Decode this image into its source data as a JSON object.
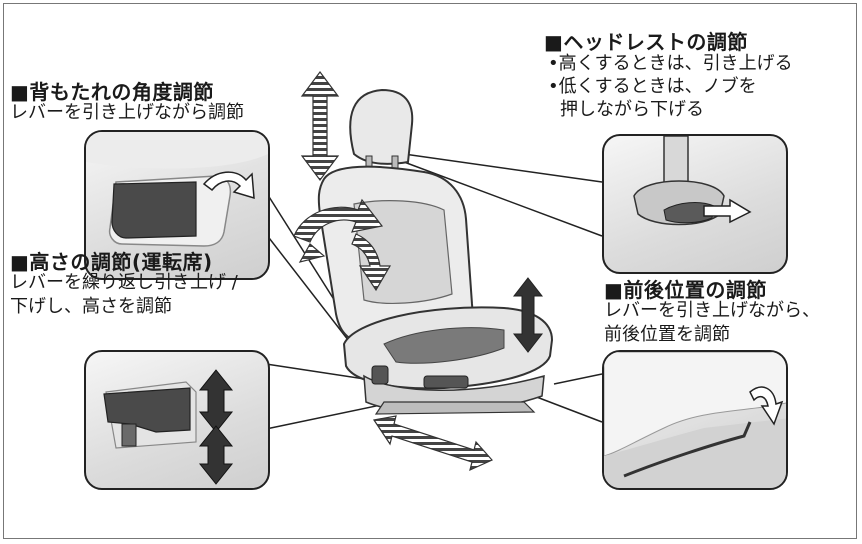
{
  "headrest": {
    "title": "■ヘッドレストの調節",
    "bullets": [
      "•高くするときは、引き上げる",
      "•低くするときは、ノブを",
      "押しながら下げる"
    ]
  },
  "recline": {
    "title": "■背もたれの角度調節",
    "desc": "レバーを引き上げながら調節"
  },
  "height": {
    "title": "■高さの調節(運転席)",
    "desc_line1": "レバーを繰り返し引き上げ /",
    "desc_line2": "下げし、高さを調節"
  },
  "slide": {
    "title": "■前後位置の調節",
    "desc_line1": "レバーを引き上げながら、",
    "desc_line2": "前後位置を調節"
  },
  "colors": {
    "border": "#222222",
    "inset_fill": "#dcdcdc",
    "arrow_hatch": "#444444",
    "lever_dark": "#555555"
  }
}
